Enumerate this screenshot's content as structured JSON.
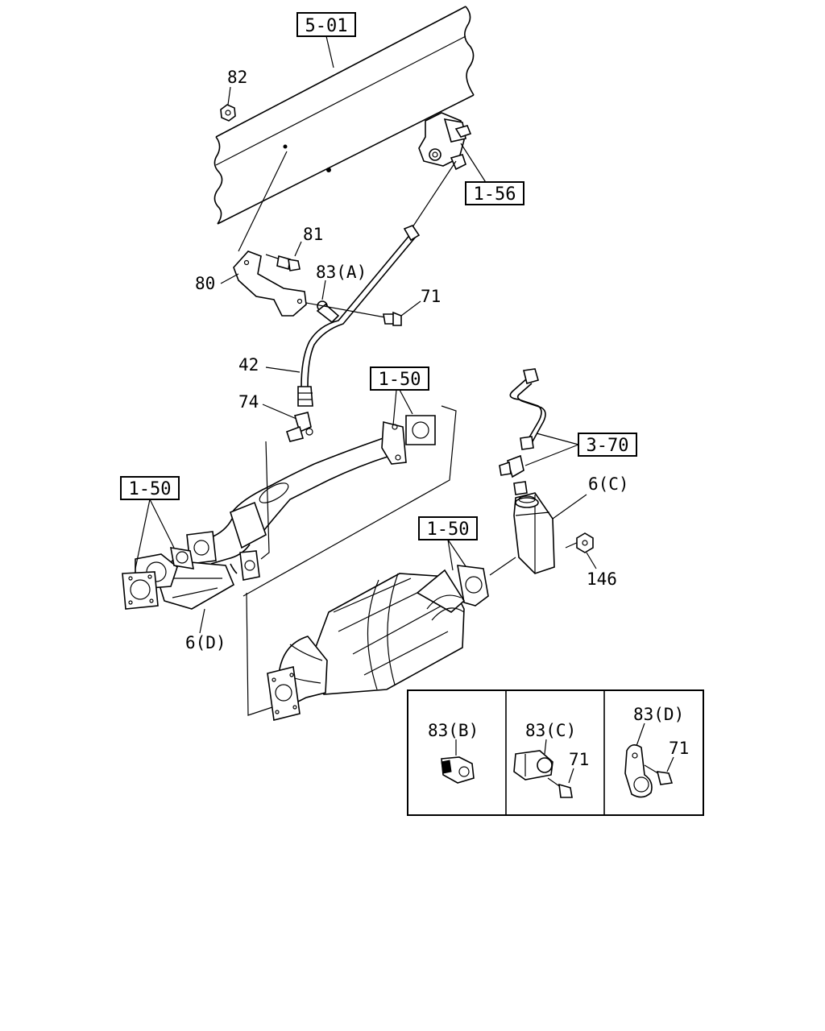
{
  "refs": {
    "r501": "5-01",
    "r156": "1-56",
    "r150a": "1-50",
    "r150b": "1-50",
    "r150c": "1-50",
    "r370": "3-70"
  },
  "labels": {
    "l82": "82",
    "l81": "81",
    "l80": "80",
    "l83a": "83(A)",
    "l71a": "71",
    "l42": "42",
    "l74": "74",
    "l6c": "6(C)",
    "l146": "146",
    "l6d": "6(D)"
  },
  "inset": {
    "b_label": "83(B)",
    "c_label": "83(C)",
    "c_bolt": "71",
    "d_label": "83(D)",
    "d_bolt": "71"
  }
}
